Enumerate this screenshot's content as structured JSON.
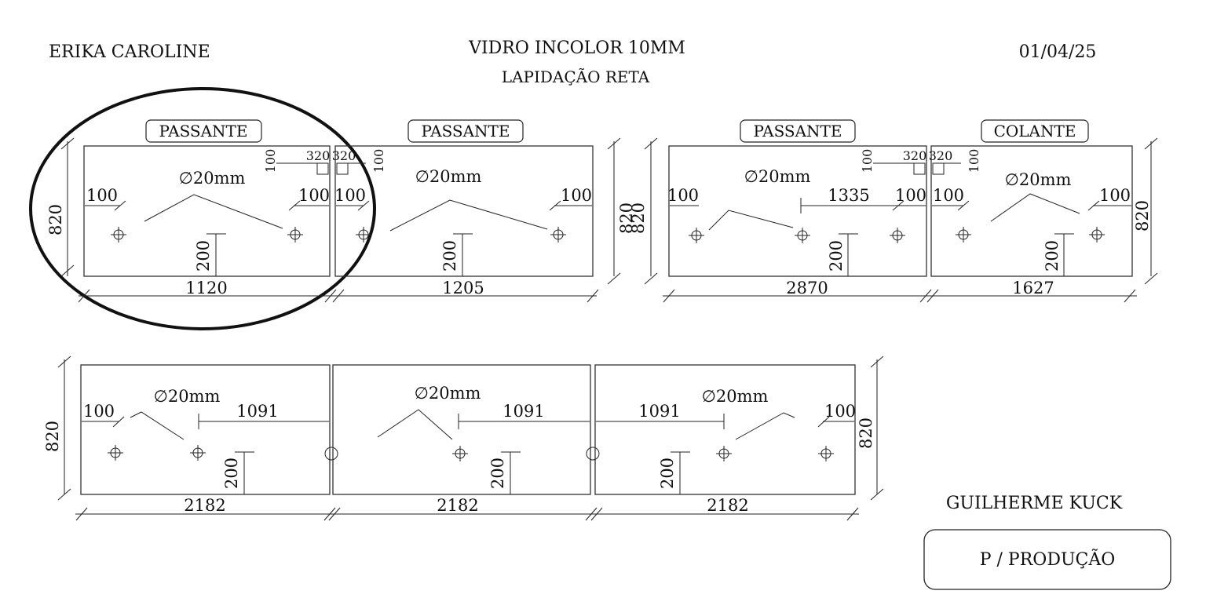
{
  "header": {
    "client": "ERIKA CAROLINE",
    "material": "VIDRO INCOLOR 10MM",
    "finish": "LAPIDAÇÃO RETA",
    "date": "01/04/25"
  },
  "footer": {
    "author": "GUILHERME KUCK",
    "stamp": "P / PRODUÇÃO"
  },
  "top_row": [
    {
      "tag": "PASSANTE",
      "width": "1120",
      "height": "820",
      "hole": "∅20mm",
      "edge_left": "100",
      "edge_right": "100",
      "drop": "200",
      "corner_a": "100",
      "corner_b": "320"
    },
    {
      "tag": "PASSANTE",
      "width": "1205",
      "height": "820",
      "hole": "∅20mm",
      "edge_left": "100",
      "edge_right": "100",
      "drop": "200",
      "corner_a": "320",
      "corner_b": "100"
    },
    {
      "tag": "PASSANTE",
      "width": "2870",
      "height": "820",
      "hole": "∅20mm",
      "edge_left": "100",
      "edge_right": "100",
      "span": "1335",
      "drop": "200",
      "corner_a": "100",
      "corner_b": "320"
    },
    {
      "tag": "COLANTE",
      "width": "1627",
      "height": "820",
      "hole": "∅20mm",
      "edge_left": "100",
      "edge_right": "100",
      "drop": "200",
      "corner_a": "320",
      "corner_b": "100"
    }
  ],
  "bottom_row": [
    {
      "width": "2182",
      "height": "820",
      "hole": "∅20mm",
      "edge": "100",
      "span": "1091",
      "drop": "200"
    },
    {
      "width": "2182",
      "hole": "∅20mm",
      "span": "1091",
      "drop": "200"
    },
    {
      "width": "2182",
      "height": "820",
      "hole": "∅20mm",
      "edge": "100",
      "span": "1091",
      "drop": "200"
    }
  ]
}
